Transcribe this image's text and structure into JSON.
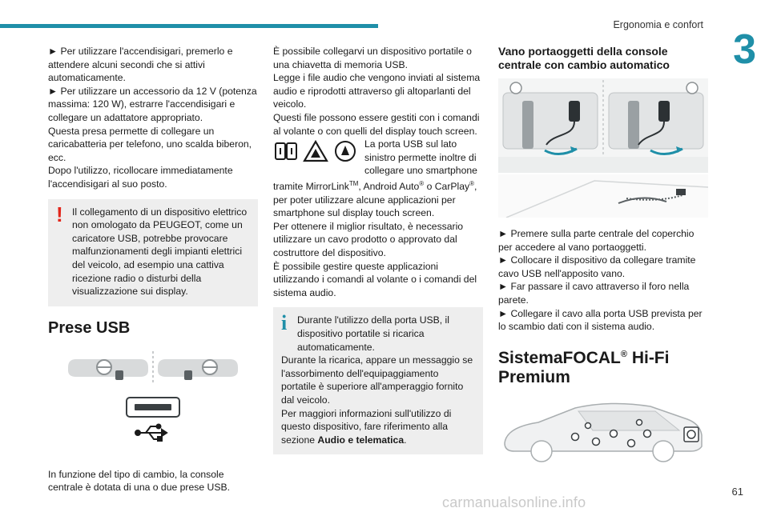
{
  "header": {
    "section_title": "Ergonomia e confort",
    "chapter_number": "3"
  },
  "page_number": "61",
  "watermark": "carmanualsonline.info",
  "col1": {
    "para1": "► Per utilizzare l'accendisigari, premerlo e attendere alcuni secondi che si attivi automaticamente.",
    "para2": "► Per utilizzare un accessorio da 12 V (potenza massima: 120 W), estrarre l'accendisigari e collegare un adattatore appropriato.",
    "para3": "Questa presa permette di collegare un caricabatteria per telefono, uno scalda biberon, ecc.",
    "para4": "Dopo l'utilizzo, ricollocare immediatamente l'accendisigari al suo posto.",
    "warning_mark": "!",
    "warning_text": "Il collegamento di un dispositivo elettrico non omologato da PEUGEOT, come un caricatore USB, potrebbe provocare malfunzionamenti degli impianti elettrici del veicolo, ad esempio una cattiva ricezione radio o disturbi della visualizzazione sui display.",
    "usb_heading": "Prese USB",
    "usb_caption": "In funzione del tipo di cambio, la console centrale è dotata di una o due prese USB."
  },
  "col2": {
    "para1": "È possibile collegarvi un dispositivo portatile o una chiavetta di memoria USB.",
    "para2": "Legge i file audio che vengono inviati al sistema audio e riprodotti attraverso gli altoparlanti del veicolo.",
    "para3": "Questi file possono essere gestiti con i comandi al volante o con quelli del display touch screen.",
    "para4_a": "La porta USB sul lato sinistro permette inoltre di collegare uno smartphone tramite MirrorLink",
    "tm": "TM",
    "para4_b": ", Android Auto",
    "reg1": "®",
    "para4_c": " o CarPlay",
    "reg2": "®",
    "para4_d": ", per poter utilizzare alcune applicazioni per smartphone sul display touch screen.",
    "para5": "Per ottenere il miglior risultato, è necessario utilizzare un cavo prodotto o approvato dal costruttore del dispositivo.",
    "para6": "È possibile gestire queste applicazioni utilizzando i comandi al volante o i comandi del sistema audio.",
    "info_mark": "i",
    "info_text1": "Durante l'utilizzo della porta USB, il dispositivo portatile si ricarica automaticamente.",
    "info_text2": "Durante la ricarica, appare un messaggio se l'assorbimento dell'equipaggiamento portatile è superiore all'amperaggio fornito dal veicolo.",
    "info_text3_a": "Per maggiori informazioni sull'utilizzo di questo dispositivo, fare riferimento alla sezione ",
    "info_text3_bold": "Audio e telematica",
    "info_text3_c": "."
  },
  "col3": {
    "heading": "Vano portaoggetti della console centrale con cambio automatico",
    "step1": "► Premere sulla parte centrale del coperchio per accedere al vano portaoggetti.",
    "step2": "► Collocare il dispositivo da collegare tramite cavo USB nell'apposito vano.",
    "step3": "► Far passare il cavo attraverso il foro nella parete.",
    "step4": "► Collegare il cavo alla porta USB prevista per lo scambio dati con il sistema audio.",
    "focal_a": "SistemaFOCAL",
    "focal_reg": "®",
    "focal_b": " Hi-Fi Premium"
  },
  "colors": {
    "accent": "#1f8fa8",
    "warning": "#e2261b",
    "box_bg": "#eeeeee"
  },
  "icons": [
    "steering-wheel-icon",
    "usb-port-icon",
    "usb-symbol-icon",
    "mirrorlink-icon",
    "android-auto-icon",
    "carplay-icon",
    "car-speakers-icon"
  ]
}
